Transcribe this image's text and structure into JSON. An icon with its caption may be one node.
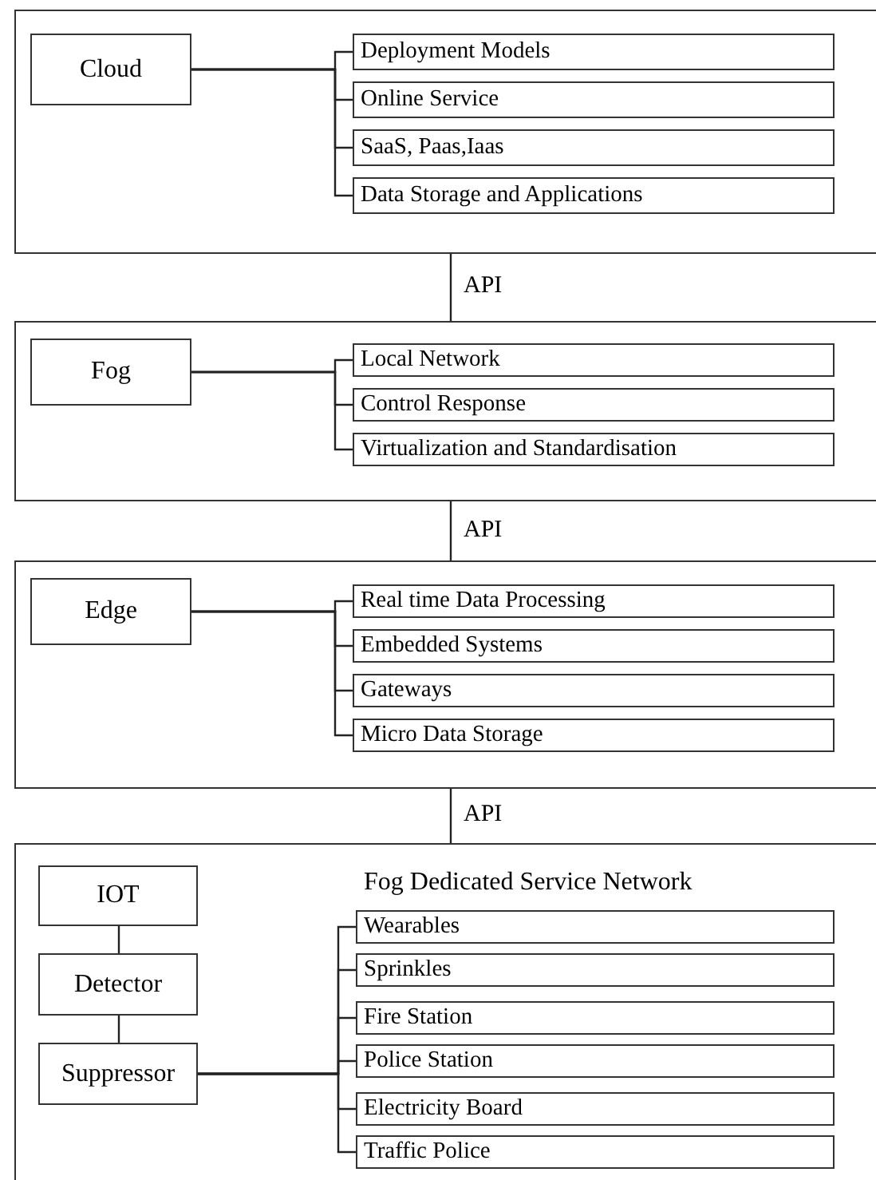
{
  "diagram": {
    "nodes": [
      {
        "text": [],
        "shape": "box"
      },
      {
        "text": [
          "Cloud"
        ],
        "in": 0
      },
      {
        "text": [
          "Deployment Models"
        ],
        "in": 0
      },
      {
        "text": [
          "Online Service"
        ],
        "in": 0
      },
      {
        "text": [
          "SaaS, Paas,Iaas"
        ],
        "in": 0
      },
      {
        "text": [
          "Data Storage and Applications"
        ],
        "in": 0
      },
      {
        "text": [],
        "shape": "box"
      },
      {
        "text": [
          "Fog"
        ],
        "in": 6
      },
      {
        "text": [
          "Local Network"
        ],
        "in": 6
      },
      {
        "text": [
          "Control Response"
        ],
        "in": 6
      },
      {
        "text": [
          "Virtualization and Standardisation"
        ],
        "in": 6
      },
      {
        "text": [],
        "shape": "box"
      },
      {
        "text": [
          "Edge"
        ],
        "in": 11
      },
      {
        "text": [
          "Real time Data Processing"
        ],
        "in": 11
      },
      {
        "text": [
          "Embedded Systems"
        ],
        "in": 11
      },
      {
        "text": [
          "Gateways"
        ],
        "in": 11
      },
      {
        "text": [
          "Micro Data Storage"
        ],
        "in": 11
      },
      {
        "text": [
          "Fog Dedicated Service Network"
        ]
      },
      {
        "text": [
          "IOT"
        ],
        "in": 17
      },
      {
        "text": [
          "Detector"
        ],
        "in": 17
      },
      {
        "text": [
          "Suppressor"
        ],
        "in": 17
      },
      {
        "text": [
          "Wearables"
        ],
        "in": 17
      },
      {
        "text": [
          "Sprinkles"
        ],
        "in": 17
      },
      {
        "text": [
          "Fire Station"
        ],
        "in": 17
      },
      {
        "text": [
          "Police Station"
        ],
        "in": 17
      },
      {
        "text": [
          "Electricity Board"
        ],
        "in": 17
      },
      {
        "text": [
          "Traffic Police"
        ],
        "in": 17
      }
    ],
    "edges": [
      {
        "from": 1,
        "to": 2,
        "arrow": "none"
      },
      {
        "from": 1,
        "to": 3,
        "arrow": "none"
      },
      {
        "from": 1,
        "to": 4,
        "arrow": "none"
      },
      {
        "from": 1,
        "to": 5,
        "arrow": "none"
      },
      {
        "from": 0,
        "to": 6,
        "arrow": "none",
        "label": "API"
      },
      {
        "from": 7,
        "to": 8,
        "arrow": "none"
      },
      {
        "from": 7,
        "to": 9,
        "arrow": "none"
      },
      {
        "from": 7,
        "to": 10,
        "arrow": "none"
      },
      {
        "from": 6,
        "to": 11,
        "arrow": "none",
        "label": "API"
      },
      {
        "from": 12,
        "to": 13,
        "arrow": "none"
      },
      {
        "from": 12,
        "to": 14,
        "arrow": "none"
      },
      {
        "from": 12,
        "to": 15,
        "arrow": "none"
      },
      {
        "from": 12,
        "to": 16,
        "arrow": "none"
      },
      {
        "from": 11,
        "to": 17,
        "arrow": "none",
        "label": "API"
      },
      {
        "from": 18,
        "to": 19,
        "arrow": "none"
      },
      {
        "from": 19,
        "to": 20,
        "arrow": "none"
      },
      {
        "from": 20,
        "to": 21,
        "arrow": "none"
      },
      {
        "from": 20,
        "to": 22,
        "arrow": "none"
      },
      {
        "from": 20,
        "to": 23,
        "arrow": "none"
      },
      {
        "from": 20,
        "to": 24,
        "arrow": "none"
      },
      {
        "from": 20,
        "to": 25,
        "arrow": "none"
      },
      {
        "from": 20,
        "to": 26,
        "arrow": "none"
      }
    ]
  }
}
